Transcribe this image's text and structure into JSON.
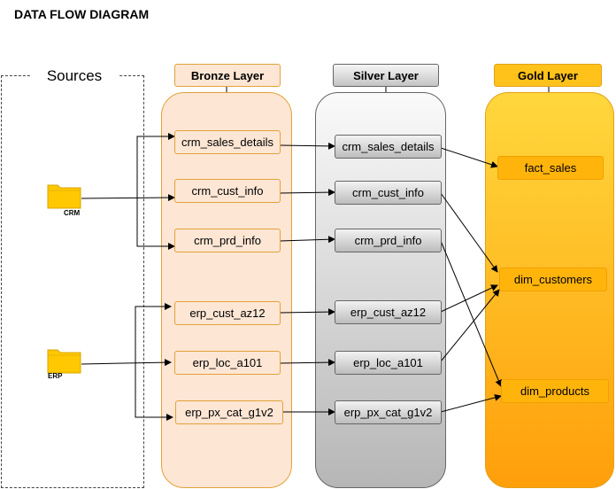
{
  "title": "DATA FLOW DIAGRAM",
  "sources": {
    "label": "Sources",
    "crm_label": "CRM",
    "erp_label": "ERP"
  },
  "layers": {
    "bronze": "Bronze Layer",
    "silver": "Silver Layer",
    "gold": "Gold Layer"
  },
  "bronze_tables": [
    "crm_sales_details",
    "crm_cust_info",
    "crm_prd_info",
    "erp_cust_az12",
    "erp_loc_a101",
    "erp_px_cat_g1v2"
  ],
  "silver_tables": [
    "crm_sales_details",
    "crm_cust_info",
    "crm_prd_info",
    "erp_cust_az12",
    "erp_loc_a101",
    "erp_px_cat_g1v2"
  ],
  "gold_tables": [
    "fact_sales",
    "dim_customers",
    "dim_products"
  ],
  "colors": {
    "bronze_fill": "#fde6d4",
    "bronze_border": "#e2a23a",
    "silver_border": "#666666",
    "gold_fill": "#ffb40c",
    "folder": "#ffc800"
  },
  "icons": {
    "source_icon": "folder-icon"
  }
}
